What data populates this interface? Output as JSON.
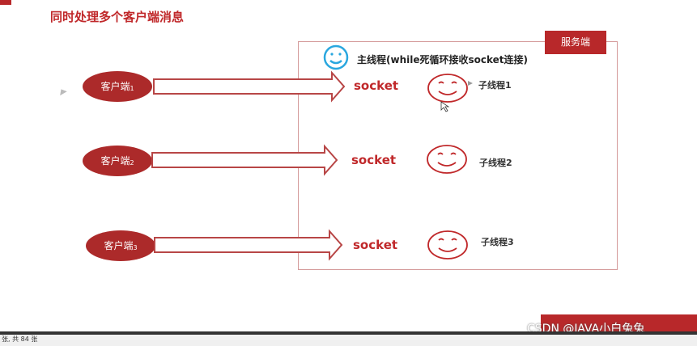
{
  "title": "同时处理多个客户端消息",
  "server": {
    "tag": "服务端",
    "main_thread": "主线程(while死循环接收socket连接)"
  },
  "clients": [
    {
      "name": "客户端",
      "index": "1"
    },
    {
      "name": "客户端",
      "index": "2"
    },
    {
      "name": "客户端",
      "index": "3"
    }
  ],
  "sockets": [
    "socket",
    "socket",
    "socket"
  ],
  "child_threads": [
    "子线程1",
    "子线程2",
    "子线程3"
  ],
  "footer": {
    "page_info": "张, 共 84 张",
    "watermark": "CSDN @JAVA小白兔兔"
  },
  "colors": {
    "accent": "#b8282a",
    "face_blue": "#2aa7df",
    "face_red": "#c0282a"
  }
}
